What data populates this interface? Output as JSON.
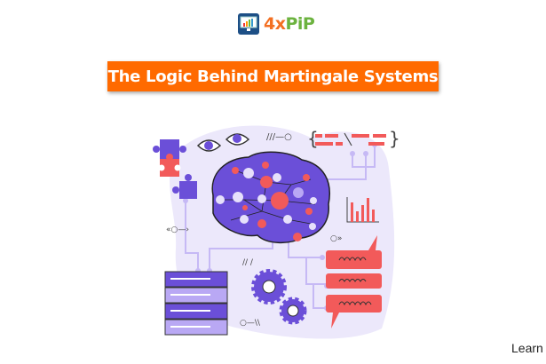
{
  "logo": {
    "part1": "4x",
    "part2": "PiP"
  },
  "banner": {
    "title": "The Logic Behind Martingale Systems"
  },
  "footer": {
    "learn_label": "Learn"
  },
  "colors": {
    "orange": "#ff6a00",
    "purple": "#6b4fd8",
    "lavender": "#ece8fb",
    "red": "#f25a5a",
    "logo_green": "#6cb33f",
    "logo_orange": "#f36f21"
  }
}
